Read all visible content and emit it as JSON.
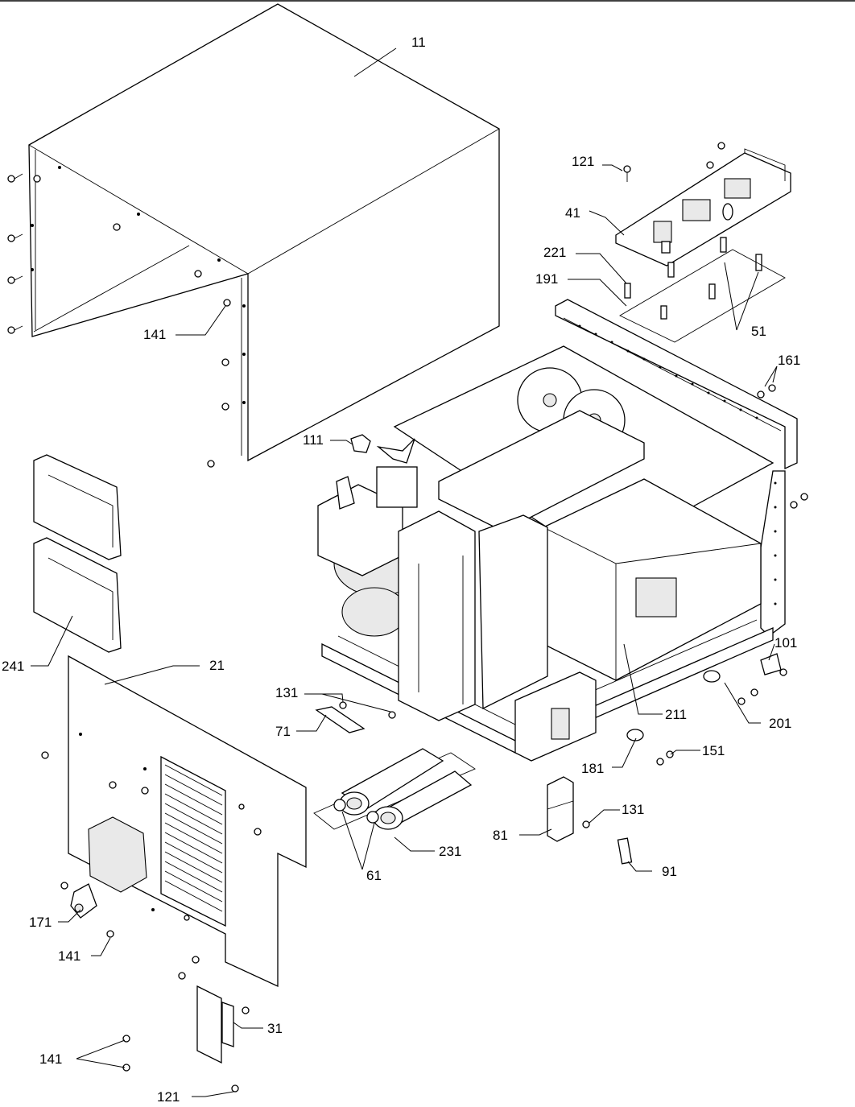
{
  "callouts": {
    "c11": "11",
    "c41": "41",
    "c121_top": "121",
    "c221": "221",
    "c191": "191",
    "c51": "51",
    "c161": "161",
    "c141_top": "141",
    "c111": "111",
    "c241": "241",
    "c21": "21",
    "c131_left": "131",
    "c71": "71",
    "c101": "101",
    "c211": "211",
    "c201": "201",
    "c151": "151",
    "c181": "181",
    "c131_right": "131",
    "c81": "81",
    "c231": "231",
    "c61": "61",
    "c91": "91",
    "c171": "171",
    "c141_mid": "141",
    "c31": "31",
    "c141_bot": "141",
    "c121_bot": "121"
  }
}
